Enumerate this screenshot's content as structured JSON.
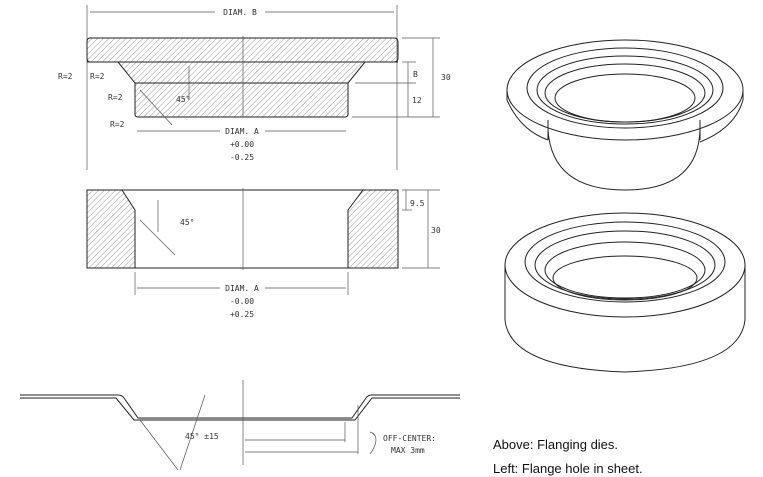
{
  "top_die": {
    "diam_b": "DIAM. B",
    "radius_labels": [
      "R=2",
      "R=2",
      "R=2",
      "R=2"
    ],
    "angle": "45°",
    "dim_b": "B",
    "dim_total": "30",
    "dim_12": "12",
    "diam_a": "DIAM. A",
    "tol_upper": "+0.00",
    "tol_lower": "-0.25"
  },
  "bottom_die": {
    "angle": "45°",
    "dim_chamfer": "9.5",
    "dim_total": "30",
    "diam_a": "DIAM. A",
    "tol_upper": "-0.00",
    "tol_lower": "+0.25"
  },
  "sheet": {
    "angle": "45° ±15",
    "off_center_1": "OFF-CENTER:",
    "off_center_2": "MAX 3mm"
  },
  "captions": {
    "above": "Above: Flanging dies.",
    "left": "Left: Flange hole in sheet."
  }
}
